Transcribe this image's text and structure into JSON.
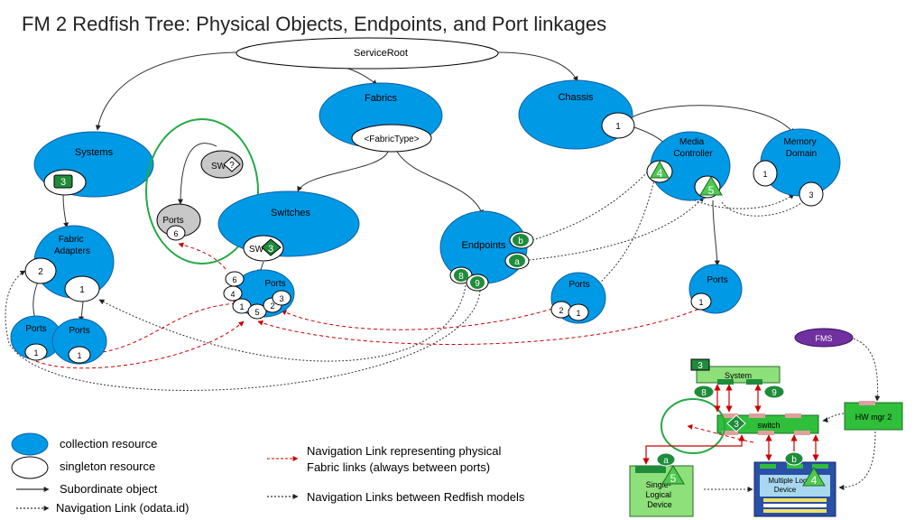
{
  "title": "FM 2 Redfish Tree:  Physical Objects, Endpoints, and Port linkages",
  "nodes": {
    "service_root": "ServiceRoot",
    "fabrics": "Fabrics",
    "fabric_type": "<FabricType>",
    "chassis": "Chassis",
    "chassis_badge": "1",
    "systems": "Systems",
    "systems_badge": "3",
    "switches": "Switches",
    "sw_inner": "SW",
    "sw_inner_badge": "3",
    "gray_sw": "SW",
    "gray_sw_badge": "?",
    "gray_ports": "Ports",
    "gray_ports_badge": "6",
    "endpoints": "Endpoints",
    "endpoints_badge_b": "b",
    "endpoints_badge_a": "a",
    "endpoints_badge_8": "8",
    "endpoints_badge_9": "9",
    "fabric_adapters": "Fabric\nAdapters",
    "fa_badge_2": "2",
    "fa_badge_1": "1",
    "ports_left1": "Ports",
    "ports_left1_badge": "1",
    "ports_left2": "Ports",
    "ports_left2_badge": "1",
    "switch_ports": "Ports",
    "switch_ports_badges": [
      "6",
      "4",
      "1",
      "5",
      "2",
      "3"
    ],
    "media_controller": "Media\nController",
    "mc_badge_4": "4",
    "mc_badge_5": "5",
    "memory_domain": "Memory\nDomain",
    "md_badge_1": "1",
    "md_badge_3": "3",
    "ports_ep": "Ports",
    "ports_ep_badge_2": "2",
    "ports_ep_badge_1": "1",
    "ports_mc": "Ports",
    "ports_mc_badge": "1"
  },
  "hardware": {
    "fms": "FMS",
    "system": "System",
    "system_badge": "3",
    "sys_badge_8": "8",
    "sys_badge_9": "9",
    "switch": "switch",
    "switch_badge": "3",
    "hw_mgr": "HW mgr 2",
    "single_logical": "Single-\nLogical\nDevice",
    "sld_badge_a": "a",
    "sld_badge_5": "5",
    "multi_logical": "Multiple Logical\nDevice",
    "mld_badge_b": "b",
    "mld_badge_4": "4"
  },
  "legend": {
    "collection": "collection resource",
    "singleton": "singleton resource",
    "subordinate": "Subordinate object",
    "nav_link": "Navigation Link (odata.id)",
    "physical": "Navigation Link representing physical\nFabric links (always between ports)",
    "between": "Navigation Links between Redfish models"
  },
  "colors": {
    "collection": "#0099e5",
    "badge_green": "#1e8c3a",
    "device_green": "#4dc94d",
    "highlight_ring": "#22aa44",
    "fms_purple": "#7030a0",
    "mld_blue": "#2a4fa8",
    "physical_link": "#cc0000"
  }
}
